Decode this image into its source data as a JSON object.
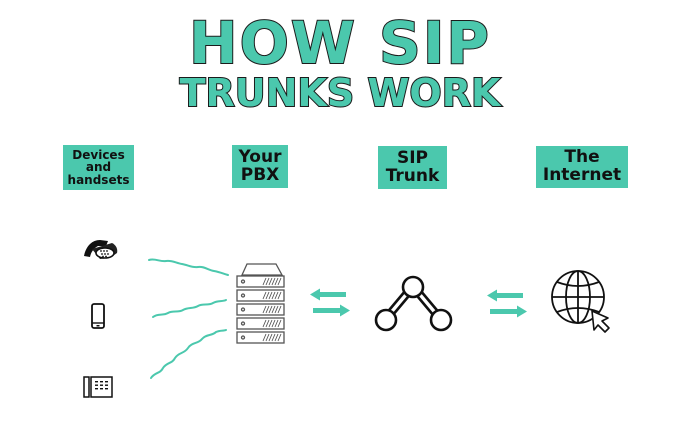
{
  "title": {
    "line1": "HOW SIP",
    "line2": "TRUNKS WORK"
  },
  "colors": {
    "accent": "#4bc8ad",
    "outline": "#1b1b1b",
    "icon": "#111111",
    "server": "#555555",
    "background": "#ffffff"
  },
  "labels": [
    {
      "id": "devices",
      "lines": [
        "Devices",
        "and",
        "handsets"
      ]
    },
    {
      "id": "pbx",
      "lines": [
        "Your",
        "PBX"
      ]
    },
    {
      "id": "trunk",
      "lines": [
        "SIP",
        "Trunk"
      ]
    },
    {
      "id": "internet",
      "lines": [
        "The",
        "Internet"
      ]
    }
  ],
  "icons": {
    "devices": [
      "conference-phone-icon",
      "smartphone-icon",
      "desk-phone-icon"
    ],
    "pbx": "server-rack-icon",
    "trunk": "network-nodes-icon",
    "internet": "globe-cursor-icon",
    "connectors": [
      "bidirectional-arrows-icon",
      "bidirectional-arrows-icon"
    ],
    "links": [
      "wavy-line",
      "wavy-line",
      "wavy-line"
    ]
  }
}
